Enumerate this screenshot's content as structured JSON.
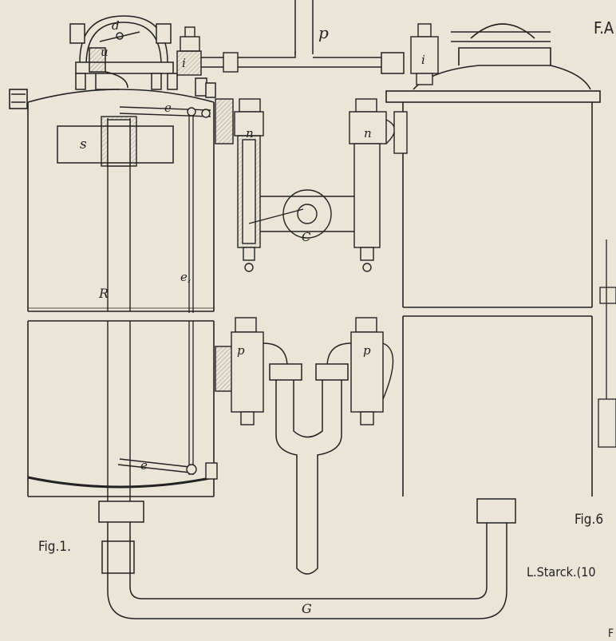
{
  "header_partial": "F.A",
  "figure_labels": {
    "fig1": "Fig.1.",
    "fig6": "Fig.6"
  },
  "credit": "L.Starck.(10",
  "corner_letter": "F",
  "part_labels": {
    "p_top": "p",
    "d": "d",
    "u": "u",
    "i_left": "i",
    "i_right": "i",
    "e_top": "e",
    "e_mid": "e,",
    "e_bottom": "e",
    "s": "s",
    "R": "R",
    "n_left": "n",
    "n_right": "n",
    "C": "C",
    "p_left": "p",
    "p_right": "p",
    "G": "G"
  }
}
